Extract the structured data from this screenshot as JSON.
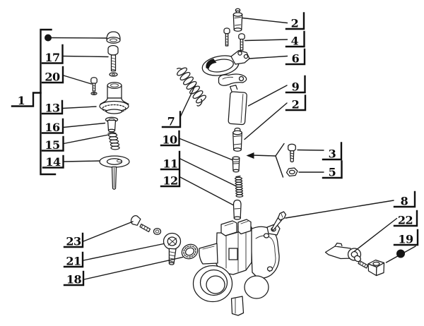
{
  "meta": {
    "type": "exploded-parts-diagram",
    "background": "#ffffff",
    "line_color": "#1a1a1a"
  },
  "icons": {
    "kit_marker": "filled-circle",
    "location_arrow": "arrow-left"
  },
  "callouts": {
    "c1": "1",
    "c17": "17",
    "c20": "20",
    "c13": "13",
    "c16": "16",
    "c15": "15",
    "c14": "14",
    "c2a": "2",
    "c4": "4",
    "c6": "6",
    "c9": "9",
    "c2b": "2",
    "c7": "7",
    "c10": "10",
    "c11": "11",
    "c12": "12",
    "c3": "3",
    "c5": "5",
    "c8": "8",
    "c22": "22",
    "c19": "19",
    "c23": "23",
    "c21": "21",
    "c18": "18"
  }
}
